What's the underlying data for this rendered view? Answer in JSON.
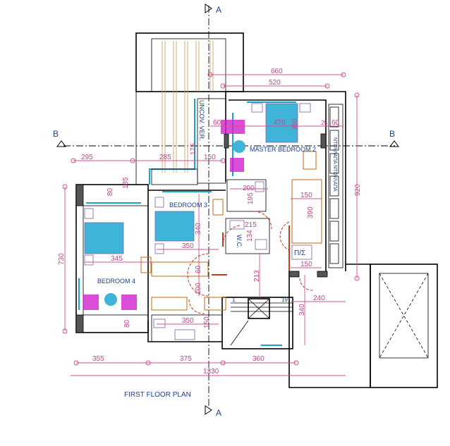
{
  "title": "FIRST FLOOR PLAN",
  "section_markers": {
    "a_top": "A",
    "a_bottom": "A",
    "b_left": "B",
    "b_right": "B"
  },
  "rooms": {
    "master_bedroom": "MASTER BEDROOM 2",
    "bedroom3": "BEDROOM 3",
    "bedroom4": "BEDROOM 4",
    "uncovered_veranda": "UNCOV. VER.",
    "wardrobe": "ΝΤΟΥΛΑΠΑ ΝΤΟΥΛΑΠΑ",
    "bath": "W.C.",
    "ps": "Π/Σ"
  },
  "stair_numbers": {
    "first": "1",
    "last": "19"
  },
  "dimensions": {
    "d660": "660",
    "d520": "520",
    "d470": "470",
    "d60a": "60",
    "d25": "25",
    "d60b": "60",
    "d360v": "360",
    "d920": "920",
    "d295": "295",
    "d285": "285",
    "d150a": "150",
    "d175": "175",
    "d200": "200",
    "d195": "195",
    "d185": "185",
    "d80a": "80",
    "d150b": "150",
    "d390": "390",
    "d345": "345",
    "d350a": "350",
    "d340a": "340",
    "d60c": "60",
    "d215": "215",
    "d134": "134",
    "d213": "213",
    "d100": "100",
    "d730": "730",
    "d80b": "80",
    "d350b": "350",
    "d150c": "150",
    "d355": "355",
    "d375": "375",
    "d360": "360",
    "d1330": "1330",
    "d340b": "340",
    "d240": "240",
    "d150d": "150"
  },
  "colors": {
    "dimension": "#d0508f",
    "label": "#1b3f8f",
    "glazing": "#1aa3c8",
    "door": "#c0401a"
  }
}
